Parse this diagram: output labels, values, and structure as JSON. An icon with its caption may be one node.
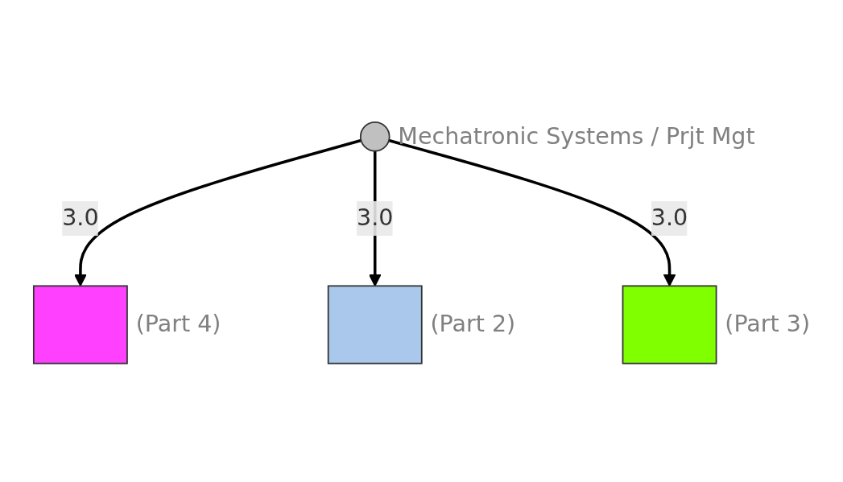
{
  "diagram": {
    "nodes": [
      {
        "text": [],
        "shape": "circle",
        "beside": [
          "Mechatronic Systems / Prjt Mgt"
        ]
      },
      {
        "text": [],
        "shape": "box",
        "beside": [
          "(Part 4)"
        ]
      },
      {
        "text": [],
        "shape": "box",
        "beside": [
          "(Part 2)"
        ]
      },
      {
        "text": [],
        "shape": "box",
        "beside": [
          "(Part 3)"
        ]
      }
    ],
    "edges": [
      {
        "from": 0,
        "to": 1,
        "arrow": "to",
        "label": "3.0"
      },
      {
        "from": 0,
        "to": 2,
        "arrow": "to",
        "label": "3.0"
      },
      {
        "from": 0,
        "to": 3,
        "arrow": "to",
        "label": "3.0"
      }
    ]
  }
}
